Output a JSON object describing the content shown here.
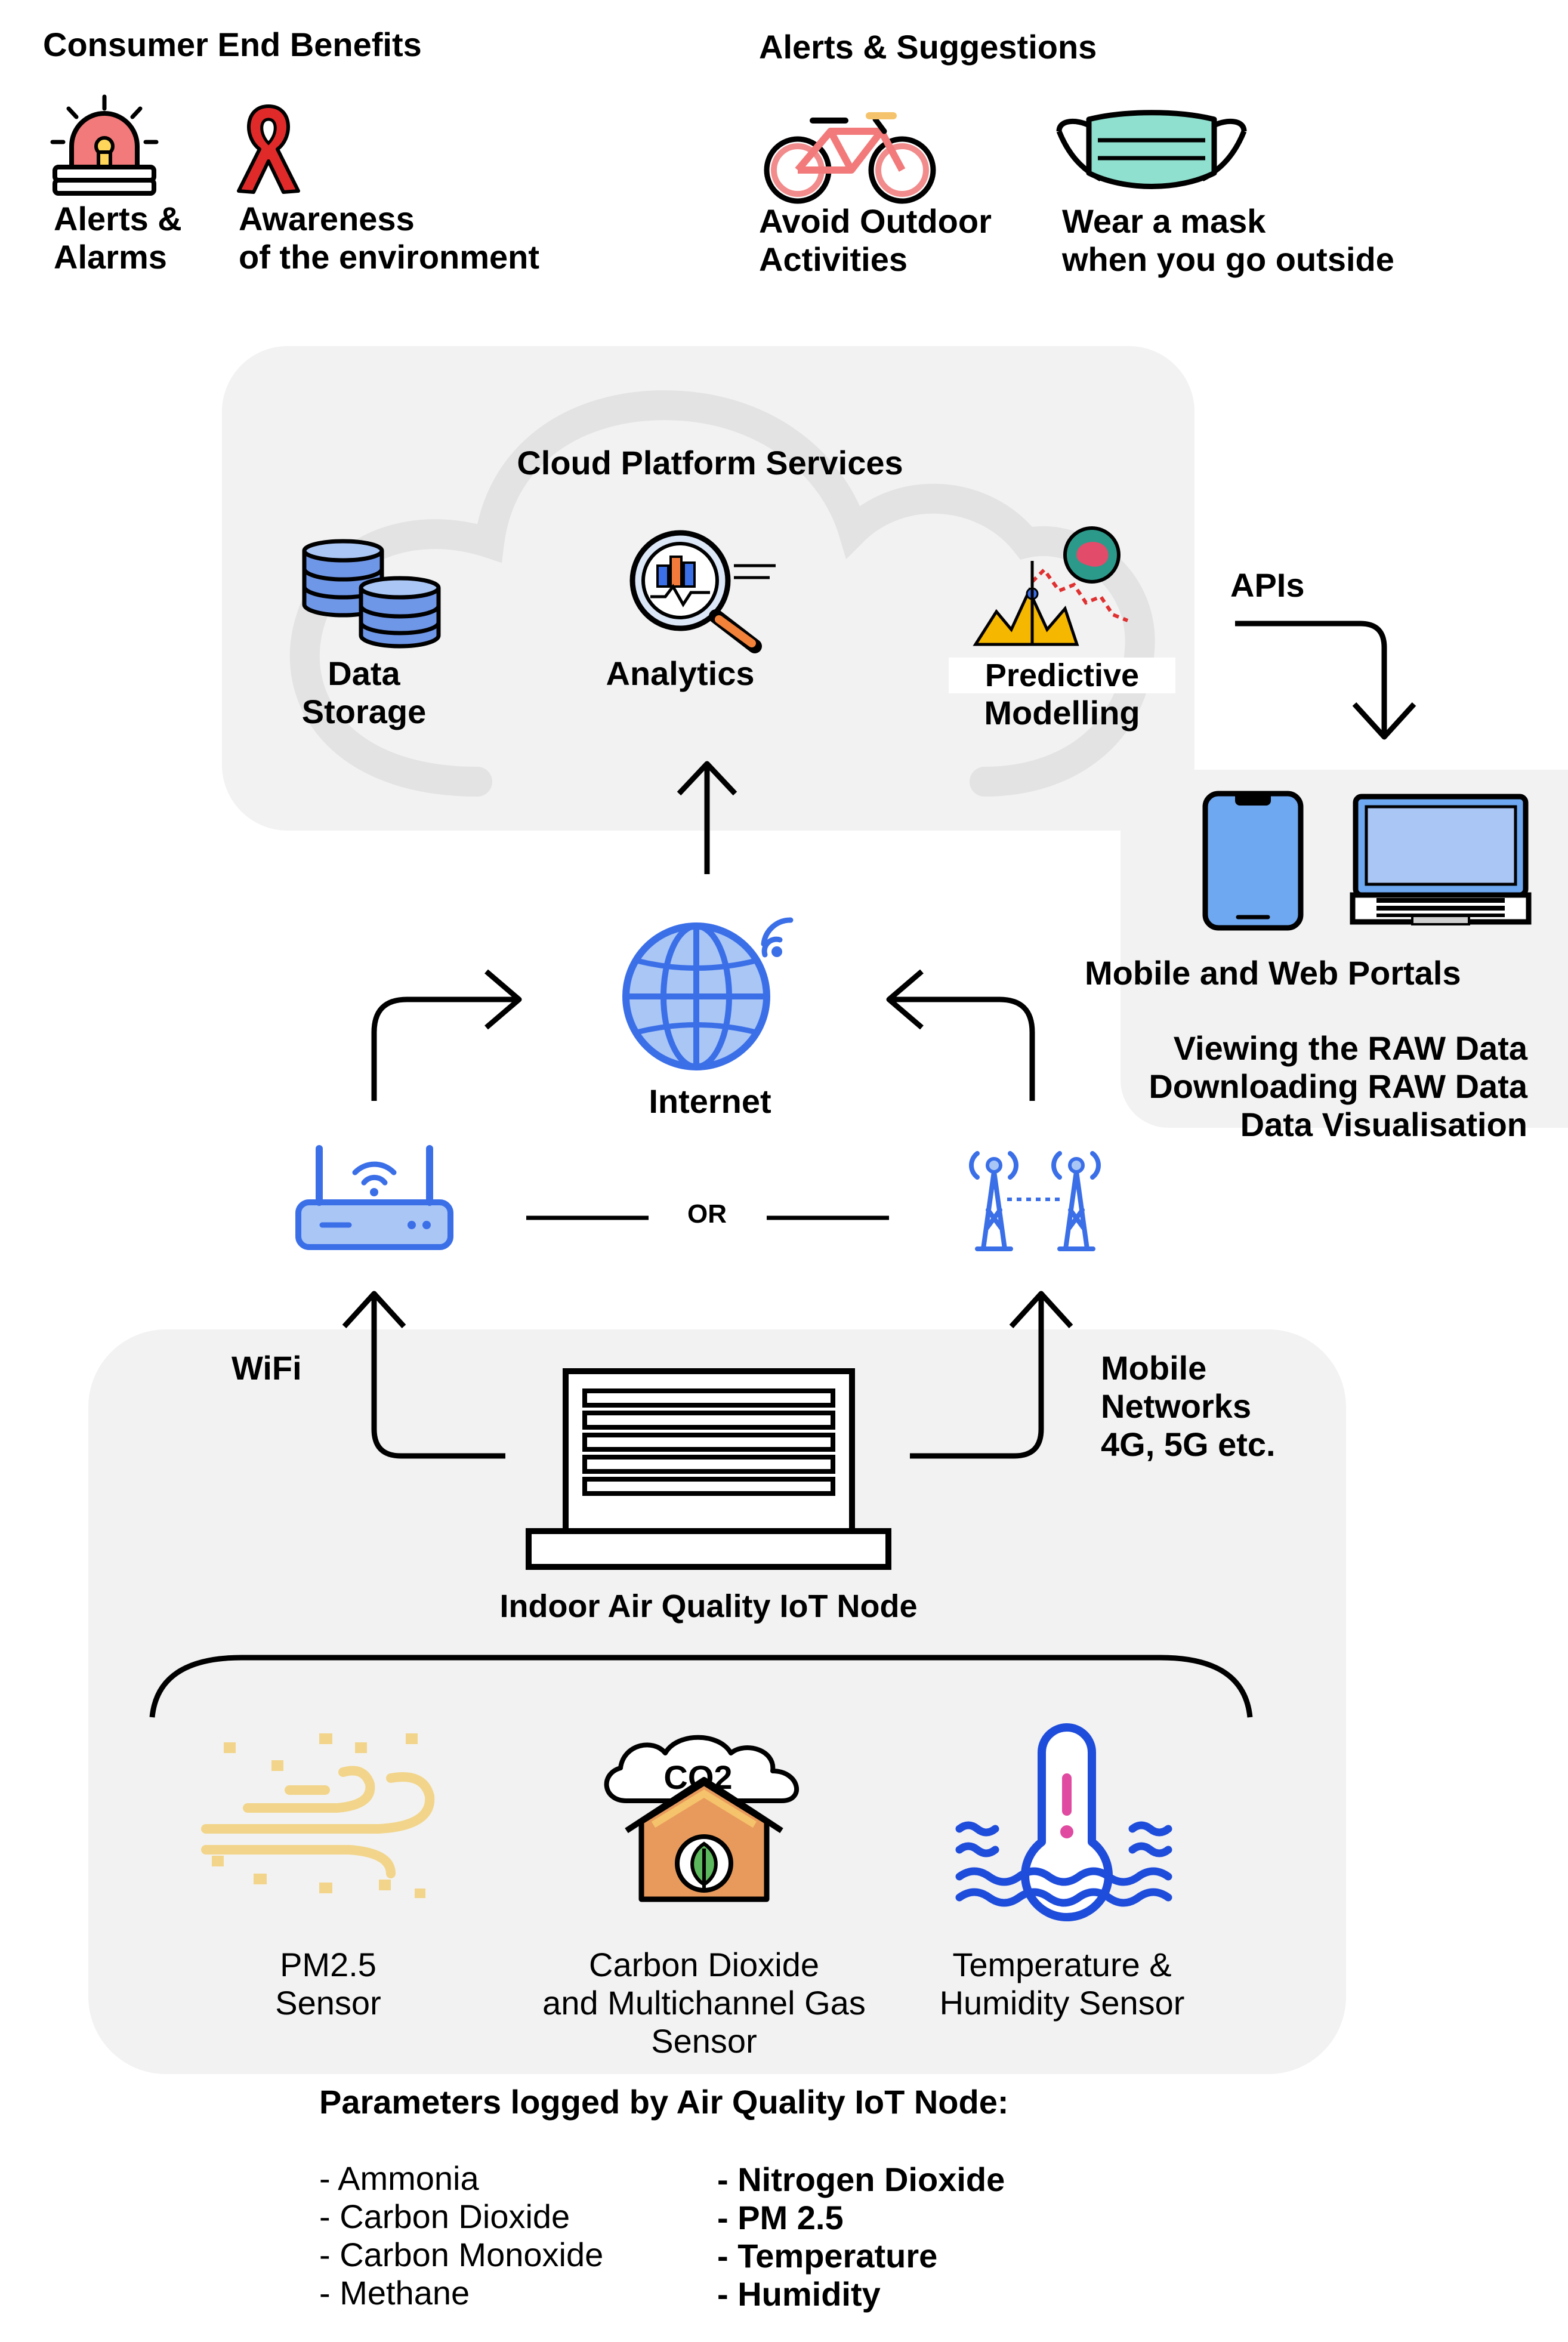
{
  "top": {
    "consumer_title": "Consumer End Benefits",
    "alerts_title": "Alerts & Suggestions",
    "benefit_alarms_1": "Alerts &",
    "benefit_alarms_2": "Alarms",
    "benefit_aware_1": "Awareness",
    "benefit_aware_2": "of the environment",
    "sugg_outdoor_1": "Avoid Outdoor",
    "sugg_outdoor_2": "Activities",
    "sugg_mask_1": "Wear a mask",
    "sugg_mask_2": "when you go outside"
  },
  "cloud": {
    "title": "Cloud Platform Services",
    "storage_1": "Data",
    "storage_2": "Storage",
    "analytics": "Analytics",
    "predictive_1": "Predictive",
    "predictive_2": "Modelling"
  },
  "apis": "APIs",
  "portals": {
    "title": "Mobile and Web Portals",
    "line1": "Viewing the RAW Data",
    "line2": "Downloading RAW Data",
    "line3": "Data Visualisation"
  },
  "network": {
    "internet": "Internet",
    "or": "OR",
    "wifi": "WiFi",
    "mobile_1": "Mobile",
    "mobile_2": "Networks",
    "mobile_3": "4G, 5G etc."
  },
  "node": {
    "label": "Indoor Air Quality IoT Node"
  },
  "sensors": {
    "pm_1": "PM2.5",
    "pm_2": "Sensor",
    "co2_1": "Carbon Dioxide",
    "co2_2": "and Multichannel Gas",
    "co2_3": "Sensor",
    "temp_1": "Temperature &",
    "temp_2": "Humidity Sensor",
    "co2_icon_text": "CO2"
  },
  "parameters": {
    "title": "Parameters logged by Air Quality IoT Node:",
    "left": [
      "- Ammonia",
      "- Carbon Dioxide",
      "- Carbon Monoxide",
      "- Methane"
    ],
    "right": [
      "- Nitrogen Dioxide",
      "- PM 2.5",
      "- Temperature",
      "- Humidity"
    ]
  },
  "colors": {
    "blue": "#3b6fe8",
    "light_blue": "#a9c6f5",
    "panel": "#f2f2f2",
    "teal": "#7fd6c2",
    "red": "#e03030",
    "sand": "#f2d58a"
  }
}
